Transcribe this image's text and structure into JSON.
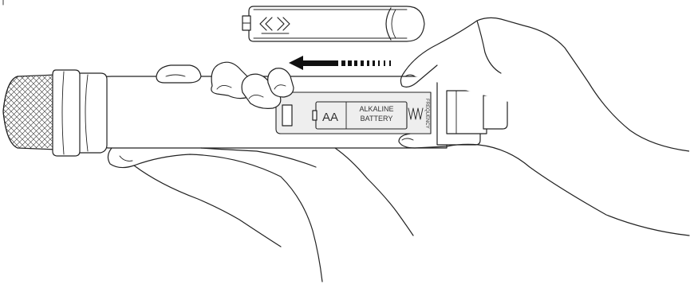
{
  "illustration": {
    "battery": {
      "size_label": "AA",
      "type_line1": "ALKALINE",
      "type_line2": "BATTERY"
    },
    "frequency_label": "FREQUENCY",
    "colors": {
      "stroke": "#222222",
      "background": "#ffffff",
      "arrow": "#111111"
    },
    "icons": {
      "direction_arrow": "arrow-left-icon",
      "cover_grip": "double-chevron-icon"
    }
  }
}
